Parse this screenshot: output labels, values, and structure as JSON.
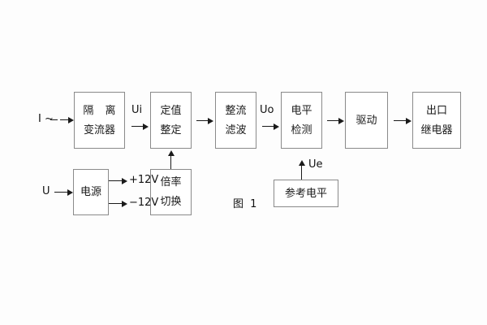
{
  "figure": {
    "caption": "图 1",
    "background_color": "#fdfdfd",
    "box_border_color": "#8a8a8a",
    "line_color": "#1a1a1a"
  },
  "blocks": {
    "isolation_ct": {
      "line1": "隔 离",
      "line2": "变流器"
    },
    "setting": {
      "line1": "定值",
      "line2": "整定"
    },
    "rectify_filter": {
      "line1": "整流",
      "line2": "滤波"
    },
    "level_detect": {
      "line1": "电平",
      "line2": "检测"
    },
    "drive": {
      "line1": "驱动",
      "line2": ""
    },
    "output_relay": {
      "line1": "出口",
      "line2": "继电器"
    },
    "power_supply": {
      "line1": "电源",
      "line2": ""
    },
    "range_switch": {
      "line1": "倍率",
      "line2": "切换"
    },
    "reference_level": {
      "line1": "参考电平",
      "line2": ""
    }
  },
  "labels": {
    "current_input": "I ~",
    "voltage_input": "U",
    "signal_ui": "Ui",
    "signal_uo": "Uo",
    "signal_ue": "Ue",
    "supply_pos": "+12V",
    "supply_neg": "−12V"
  }
}
